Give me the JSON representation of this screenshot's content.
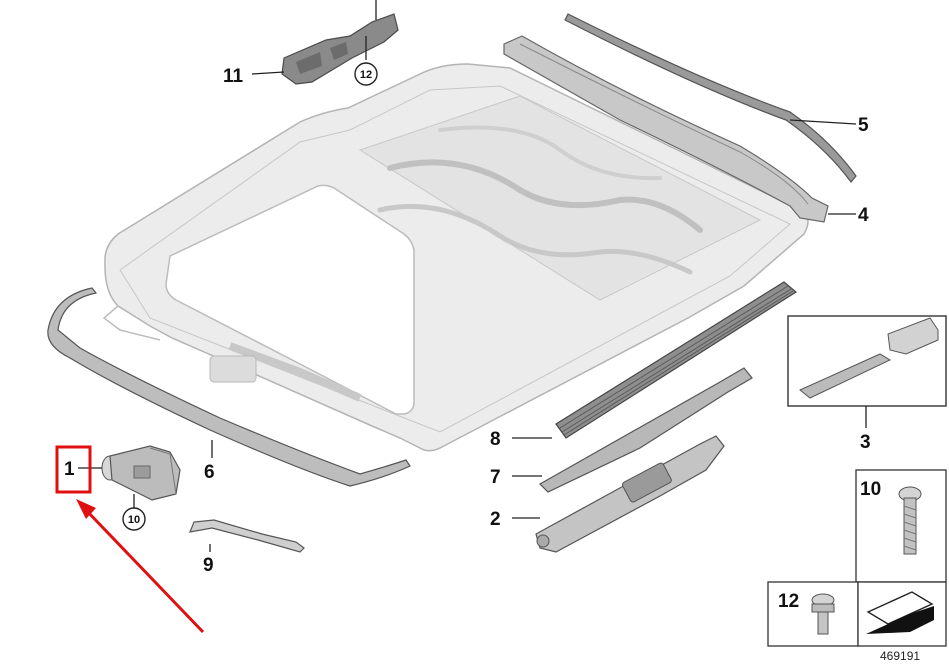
{
  "diagram": {
    "part_labels": {
      "p1": "1",
      "p2": "2",
      "p3": "3",
      "p4": "4",
      "p5": "5",
      "p6": "6",
      "p7": "7",
      "p8": "8",
      "p9": "9",
      "p10": "10",
      "p11": "11",
      "p12": "12"
    },
    "circled_labels": {
      "c10": "10",
      "c12": "12"
    },
    "legend": {
      "screw_label": "10",
      "bolt_label": "12"
    },
    "document_number": "469191",
    "colors": {
      "frame_fill": "#e6e6e6",
      "frame_stroke": "#b4b4b4",
      "part_fill": "#cfcfcf",
      "part_stroke": "#6a6a6a",
      "highlight": "#e01010"
    }
  }
}
